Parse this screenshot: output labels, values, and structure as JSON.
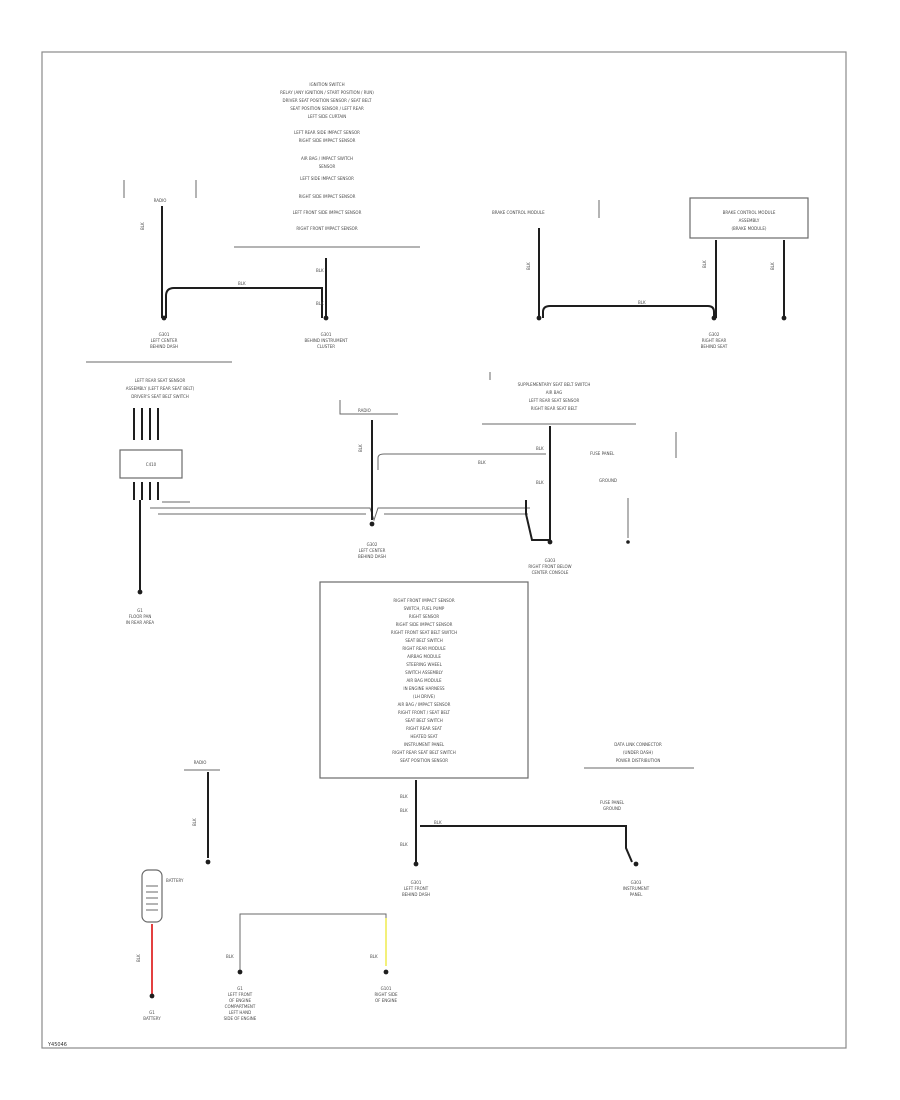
{
  "diagram": {
    "page_label": "Y45046",
    "top_center_block": [
      "IGNITION SWITCH",
      "RELAY (ANY IGNITION / START POSITION / RUN)",
      "DRIVER SEAT POSITION SENSOR / SEAT BELT",
      "SEAT POSITION SENSOR / LEFT REAR",
      "LEFT SIDE CURTAIN",
      "LEFT REAR SIDE IMPACT SENSOR",
      "RIGHT SIDE IMPACT SENSOR",
      "AIR BAG / IMPACT SWITCH",
      "SENSOR",
      "LEFT SIDE IMPACT SENSOR",
      "RIGHT SIDE IMPACT SENSOR",
      "LEFT FRONT SIDE IMPACT SENSOR",
      "RIGHT FRONT IMPACT SENSOR"
    ],
    "top_left_component": "RADIO",
    "top_left_ground": [
      "G301",
      "LEFT CENTER",
      "BEHIND DASH"
    ],
    "top_center_ground": [
      "G301",
      "BEHIND INSTRUMENT",
      "CLUSTER"
    ],
    "top_center_splice": [
      "BLK",
      "BLK"
    ],
    "top_right_module": "BRAKE CONTROL MODULE",
    "top_right_box": [
      "BRAKE CONTROL MODULE",
      "ASSEMBLY",
      "(BRAKE MODULE)"
    ],
    "top_right_ground": [
      "G302",
      "RIGHT REAR",
      "BEHIND SEAT"
    ],
    "mid_left_block": [
      "LEFT REAR SEAT SENSOR",
      "ASSEMBLY (LEFT REAR SEAT BELT)",
      "DRIVER'S SEAT BELT SWITCH"
    ],
    "mid_left_connector": "C410",
    "mid_left_ground": [
      "G1",
      "FLOOR PAN",
      "IN REAR AREA"
    ],
    "mid_center_component": "RADIO",
    "mid_center_ground": [
      "G302",
      "LEFT CENTER",
      "BEHIND DASH"
    ],
    "mid_right_block": [
      "SUPPLEMENTARY SEAT BELT SWITCH",
      "AIR BAG",
      "LEFT REAR SEAT SENSOR",
      "RIGHT REAR SEAT BELT"
    ],
    "mid_right_ground": [
      "G303",
      "RIGHT FRONT BELOW",
      "CENTER CONSOLE"
    ],
    "fuse_block": [
      "FUSE PANEL",
      "GROUND"
    ],
    "center_box": [
      "RIGHT FRONT IMPACT SENSOR",
      "SWITCH, FUEL PUMP",
      "RIGHT SENSOR",
      "RIGHT SIDE IMPACT SENSOR",
      "RIGHT FRONT SEAT BELT SWITCH",
      "SEAT BELT SWITCH",
      "RIGHT REAR MODULE",
      "AIRBAG MODULE",
      "STEERING WHEEL",
      "SWITCH ASSEMBLY",
      "AIR BAG MODULE",
      "IN ENGINE HARNESS",
      "(LH DRIVE)",
      "AIR BAG / IMPACT SENSOR",
      "RIGHT FRONT / SEAT BELT",
      "SEAT BELT SWITCH",
      "RIGHT REAR SEAT",
      "HEATED SEAT",
      "INSTRUMENT PANEL",
      "RIGHT REAR SEAT BELT SWITCH",
      "SEAT POSITION SENSOR"
    ],
    "center_wire_labels": [
      "BLK",
      "BLK",
      "BLK"
    ],
    "center_ground": [
      "G301",
      "LEFT FRONT",
      "BEHIND DASH"
    ],
    "right_block": [
      "DATA LINK CONNECTOR",
      "(UNDER DASH)",
      "POWER DISTRIBUTION"
    ],
    "right_ground": [
      "G303",
      "INSTRUMENT",
      "PANEL"
    ],
    "bottom_left_component": "RADIO",
    "battery": "BATTERY",
    "battery_ground": [
      "G1",
      "BATTERY"
    ],
    "bottom_wire_labels": [
      "BLK",
      "BLK"
    ],
    "bottom_ground_1": [
      "G1",
      "LEFT FRONT",
      "OF ENGINE",
      "COMPARTMENT",
      "LEFT HAND",
      "SIDE OF ENGINE"
    ],
    "bottom_ground_2": [
      "G101",
      "RIGHT SIDE",
      "OF ENGINE"
    ],
    "wire_label": "BLK"
  }
}
